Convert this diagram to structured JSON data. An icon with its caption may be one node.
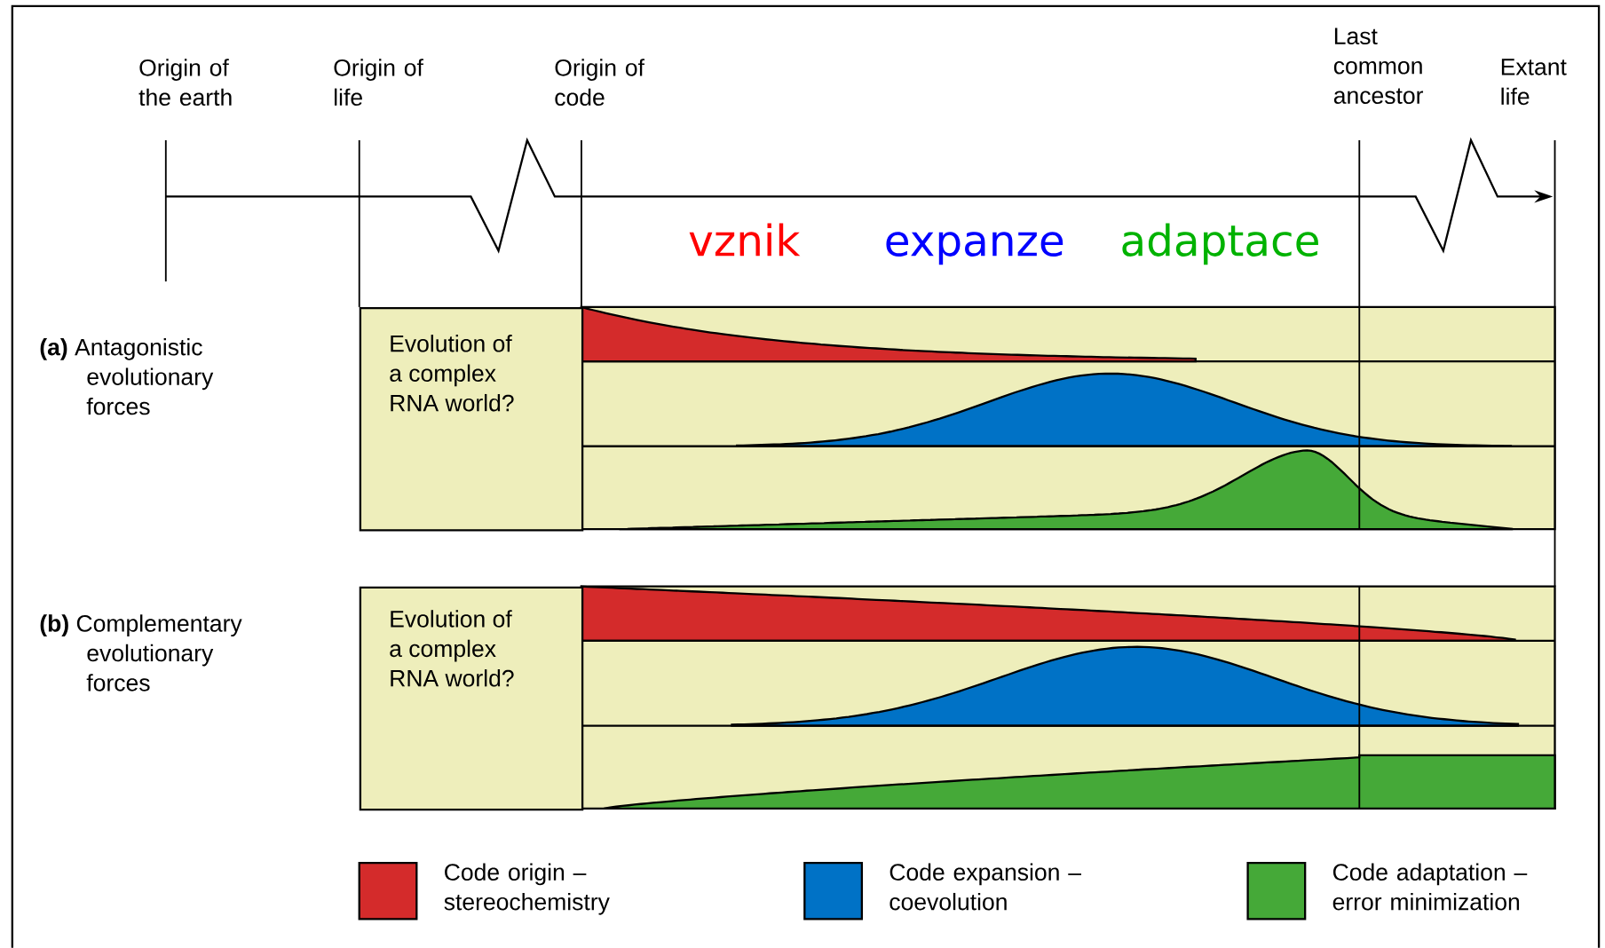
{
  "diagram": {
    "nodes": [
      {
        "text": [
          "Evolution of a complex RNA world?"
        ]
      },
      {
        "text": [
          "Evolution of a complex RNA world?"
        ]
      }
    ],
    "labels": [
      "Origin of the earth",
      "Origin of life",
      "Origin of code",
      "Last common ancestor",
      "Extant life",
      "vznik",
      "expanze",
      "adaptace",
      "**(a)** Antagonistic evolutionary forces",
      "**(b)** Complementary evolutionary forces"
    ],
    "legend": [
      {
        "text": "Code origin – stereochemistry",
        "color": "#d42b2b"
      },
      {
        "text": "Code expansion – coevolution",
        "color": "#0072c6"
      },
      {
        "text": "Code adaptation – error minimization",
        "color": "#45a938"
      }
    ]
  }
}
